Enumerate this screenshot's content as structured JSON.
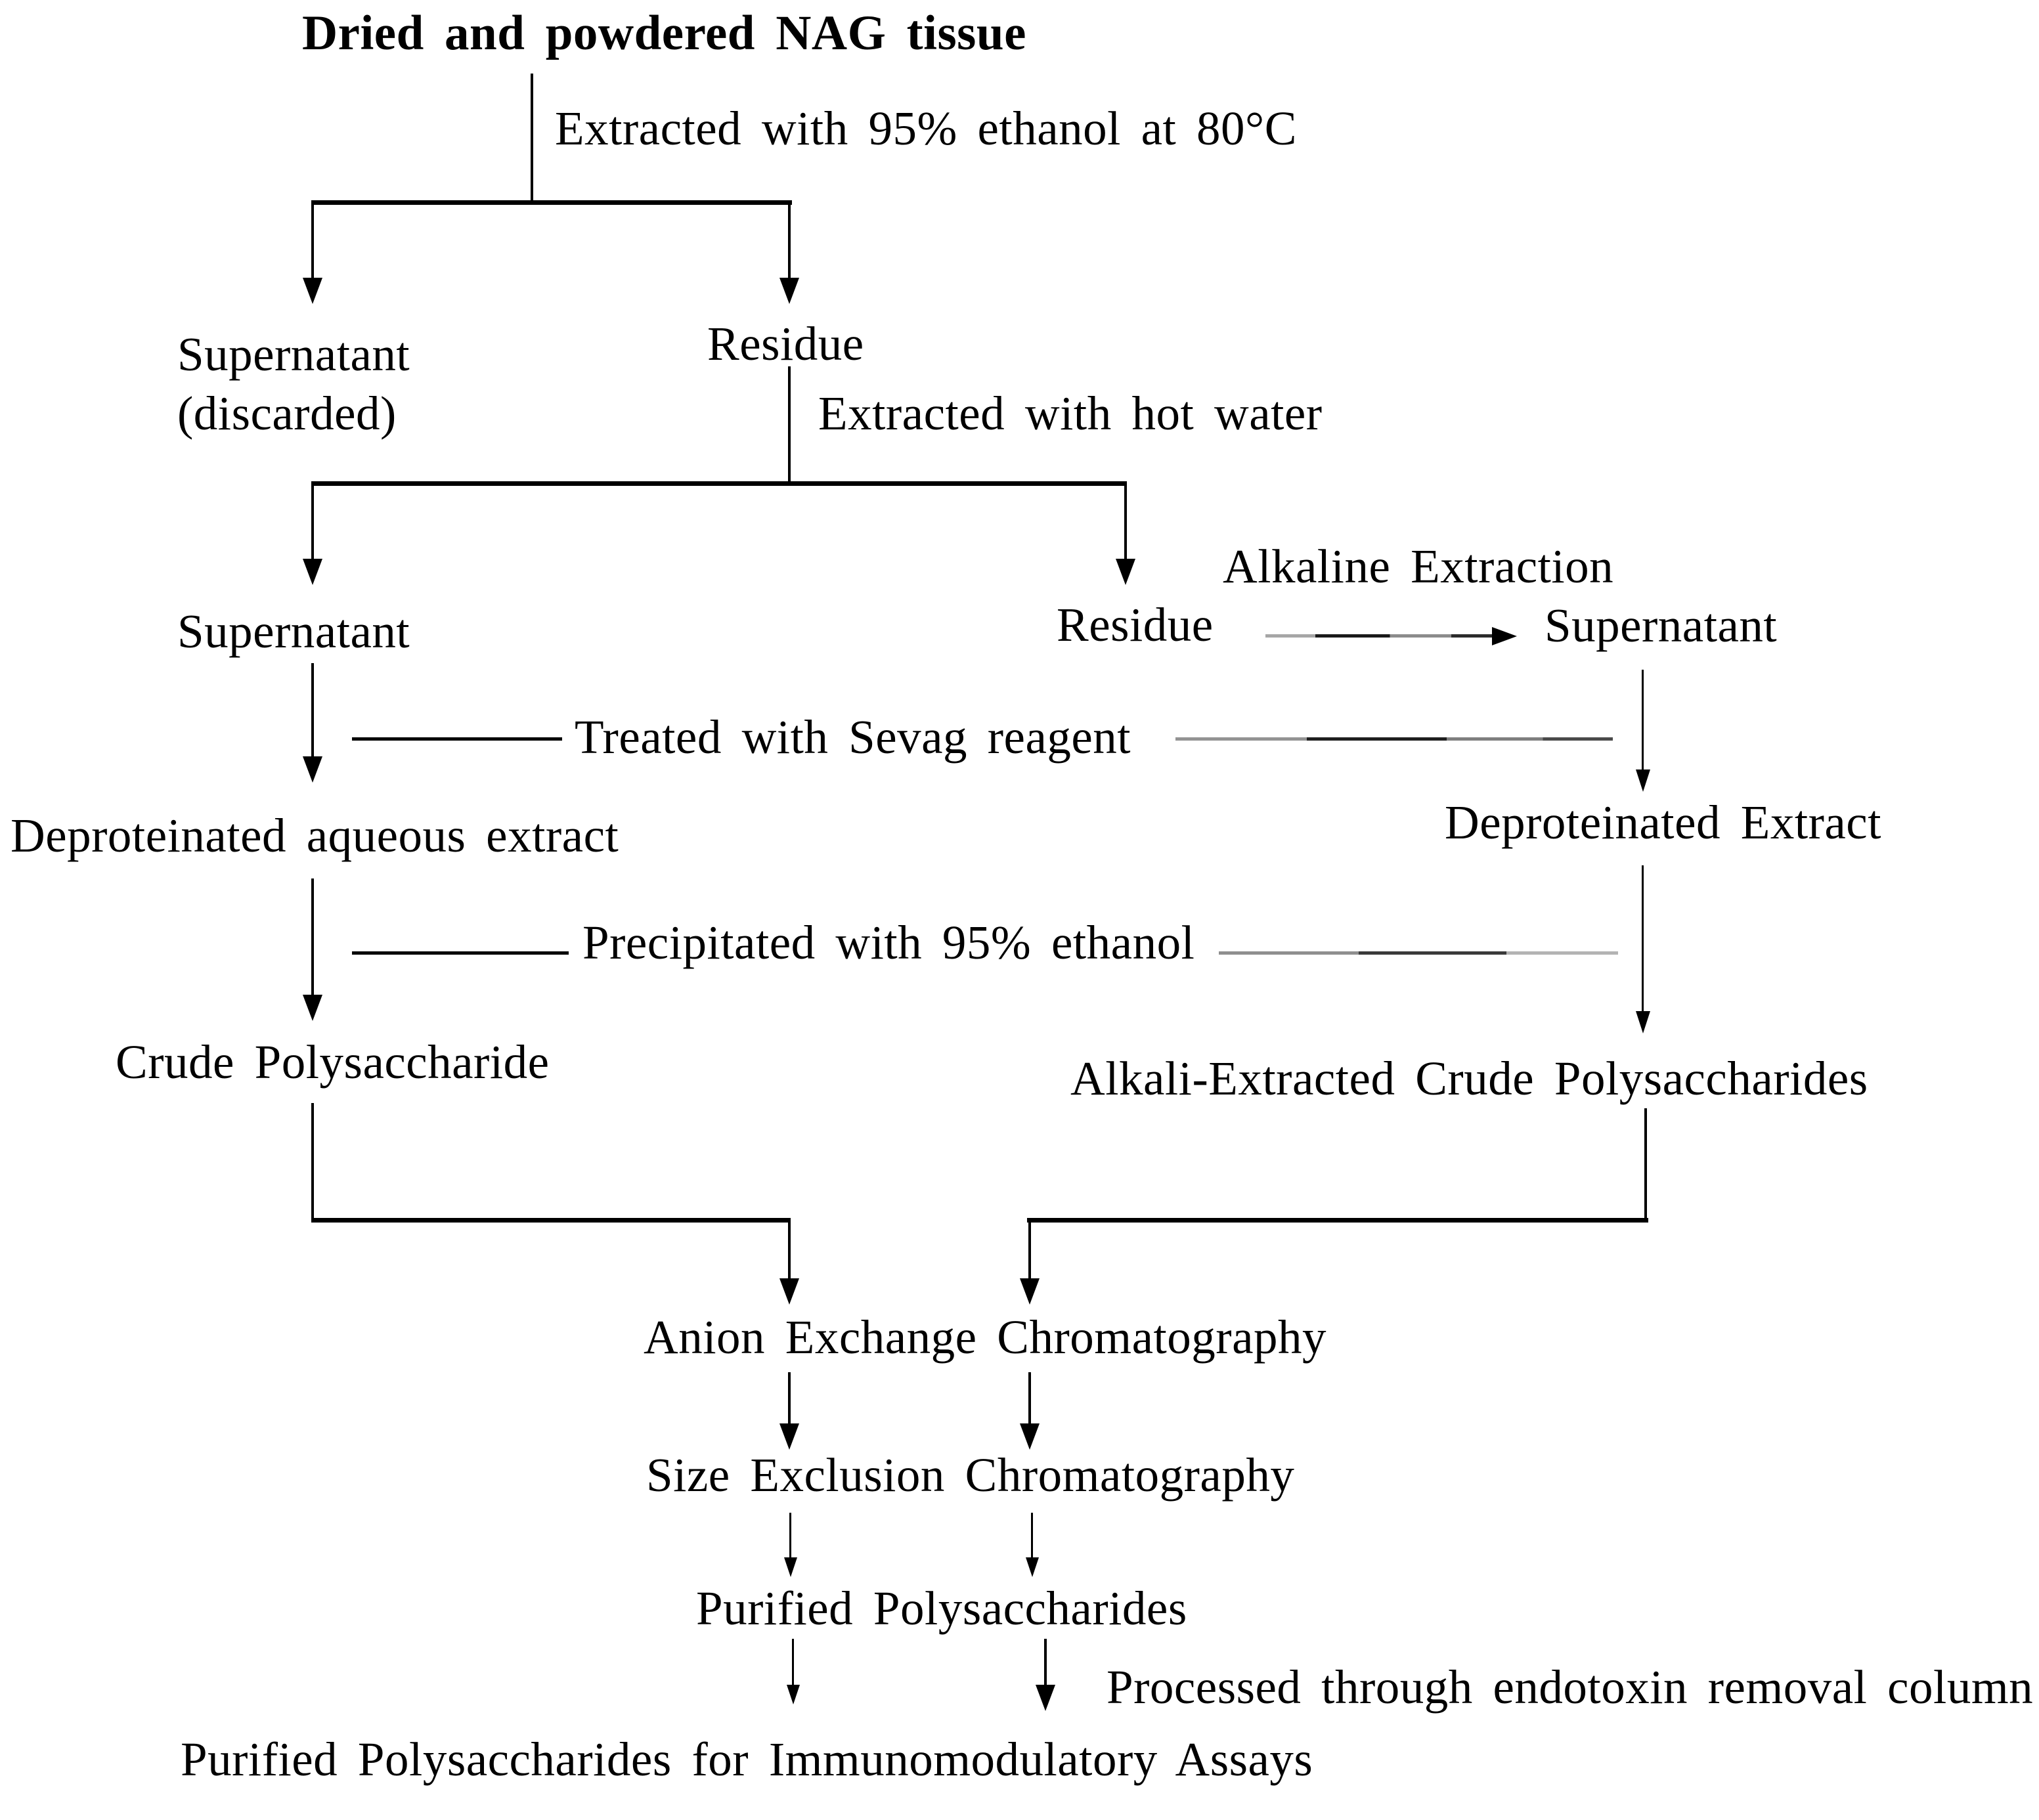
{
  "flowchart": {
    "background_color": "#ffffff",
    "line_color": "#000000",
    "text_color": "#000000",
    "nodes": {
      "root": "Dried and powdered NAG tissue",
      "ethanol_supernatant": "Supernatant",
      "ethanol_supernatant_note": "(discarded)",
      "ethanol_residue": "Residue",
      "water_supernatant": "Supernatant",
      "water_residue": "Residue",
      "alkaline_supernatant": "Supernatant",
      "deproteinated_aqueous_extract": "Deproteinated aqueous extract",
      "deproteinated_extract": "Deproteinated Extract",
      "crude_polysaccharide": "Crude Polysaccharide",
      "alkali_crude_polysaccharides": "Alkali-Extracted Crude Polysaccharides",
      "anion_exchange": "Anion Exchange Chromatography",
      "size_exclusion": "Size Exclusion Chromatography",
      "purified_polysaccharides": "Purified Polysaccharides",
      "final_product": "Purified Polysaccharides for Immunomodulatory Assays"
    },
    "process_labels": {
      "ethanol_extraction": "Extracted with 95% ethanol at 80°C",
      "hot_water_extraction": "Extracted with hot water",
      "alkaline_extraction": "Alkaline Extraction",
      "sevag_treatment": "Treated with Sevag reagent",
      "ethanol_precipitation": "Precipitated with 95% ethanol",
      "endotoxin_removal": "Processed through endotoxin removal column"
    },
    "edges": [
      {
        "from": "root",
        "to": "ethanol_supernatant",
        "label": "Extracted with 95% ethanol at 80°C"
      },
      {
        "from": "root",
        "to": "ethanol_residue",
        "label": "Extracted with 95% ethanol at 80°C"
      },
      {
        "from": "ethanol_residue",
        "to": "water_supernatant",
        "label": "Extracted with hot water"
      },
      {
        "from": "ethanol_residue",
        "to": "water_residue",
        "label": "Extracted with hot water"
      },
      {
        "from": "water_residue",
        "to": "alkaline_supernatant",
        "label": "Alkaline Extraction"
      },
      {
        "from": "water_supernatant",
        "to": "deproteinated_aqueous_extract",
        "label": "Treated with Sevag reagent"
      },
      {
        "from": "alkaline_supernatant",
        "to": "deproteinated_extract",
        "label": "Treated with Sevag reagent"
      },
      {
        "from": "deproteinated_aqueous_extract",
        "to": "crude_polysaccharide",
        "label": "Precipitated with 95% ethanol"
      },
      {
        "from": "deproteinated_extract",
        "to": "alkali_crude_polysaccharides",
        "label": "Precipitated with 95% ethanol"
      },
      {
        "from": "crude_polysaccharide",
        "to": "anion_exchange",
        "label": ""
      },
      {
        "from": "alkali_crude_polysaccharides",
        "to": "anion_exchange",
        "label": ""
      },
      {
        "from": "anion_exchange",
        "to": "size_exclusion",
        "label": ""
      },
      {
        "from": "size_exclusion",
        "to": "purified_polysaccharides",
        "label": ""
      },
      {
        "from": "purified_polysaccharides",
        "to": "final_product",
        "label": "Processed through endotoxin removal column"
      }
    ]
  }
}
